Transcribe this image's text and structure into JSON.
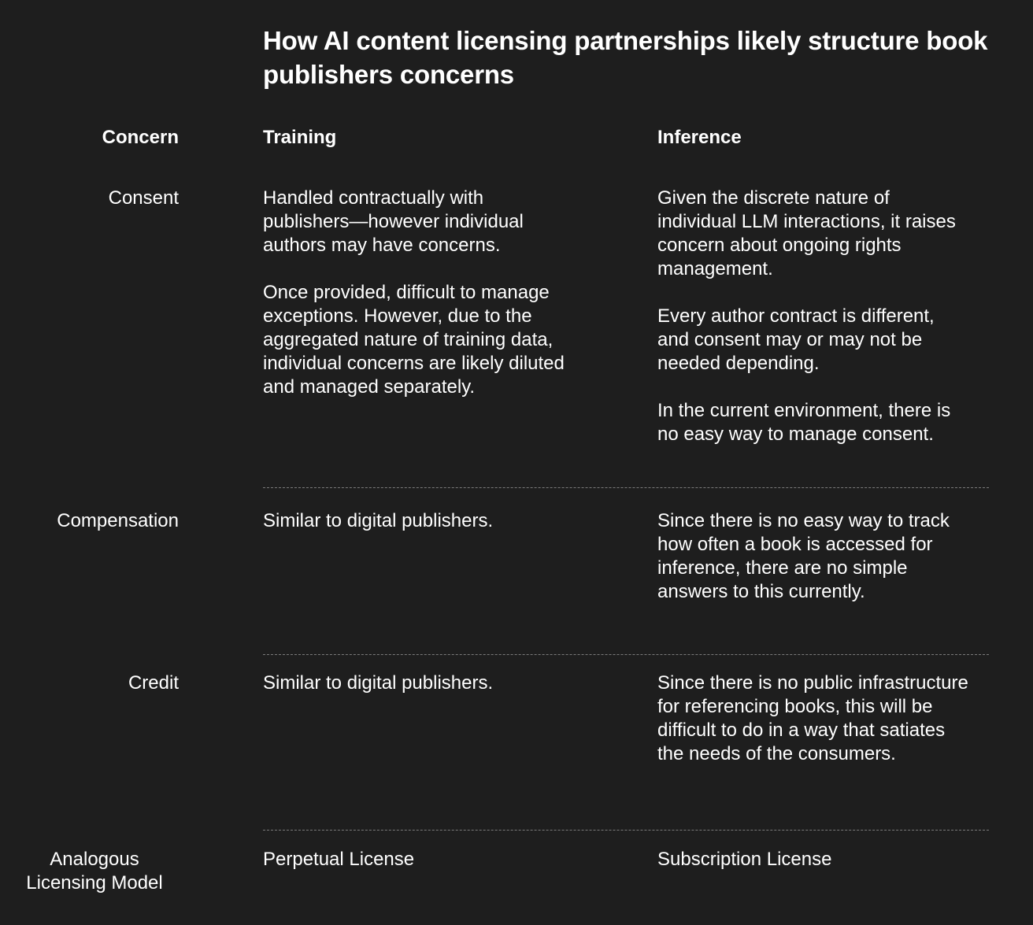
{
  "title": "How AI content licensing partnerships likely structure book publishers concerns",
  "table": {
    "headers": {
      "concern": "Concern",
      "training": "Training",
      "inference": "Inference"
    },
    "rows": [
      {
        "concern": "Consent",
        "training": [
          "Handled contractually with publishers—however individual authors may have concerns.",
          "Once provided, difficult to manage exceptions. However, due to the aggregated nature of training data, individual concerns are likely diluted and managed separately."
        ],
        "inference": [
          "Given the discrete nature of individual LLM interactions, it raises concern about ongoing rights management.",
          "Every author contract is different, and consent may or may not be needed depending.",
          "In the current environment, there is no easy way to manage consent."
        ]
      },
      {
        "concern": "Compensation",
        "training": [
          "Similar to digital publishers."
        ],
        "inference": [
          "Since there is no easy way to track how often a book is accessed for inference, there are no simple answers to this currently."
        ]
      },
      {
        "concern": "Credit",
        "training": [
          "Similar to digital publishers."
        ],
        "inference": [
          "Since there is no public infrastructure for referencing books, this will be difficult to do in a way that satiates the needs of the consumers."
        ]
      },
      {
        "concern": "Analogous Licensing Model",
        "training": [
          "Perpetual License"
        ],
        "inference": [
          "Subscription License"
        ]
      }
    ]
  }
}
